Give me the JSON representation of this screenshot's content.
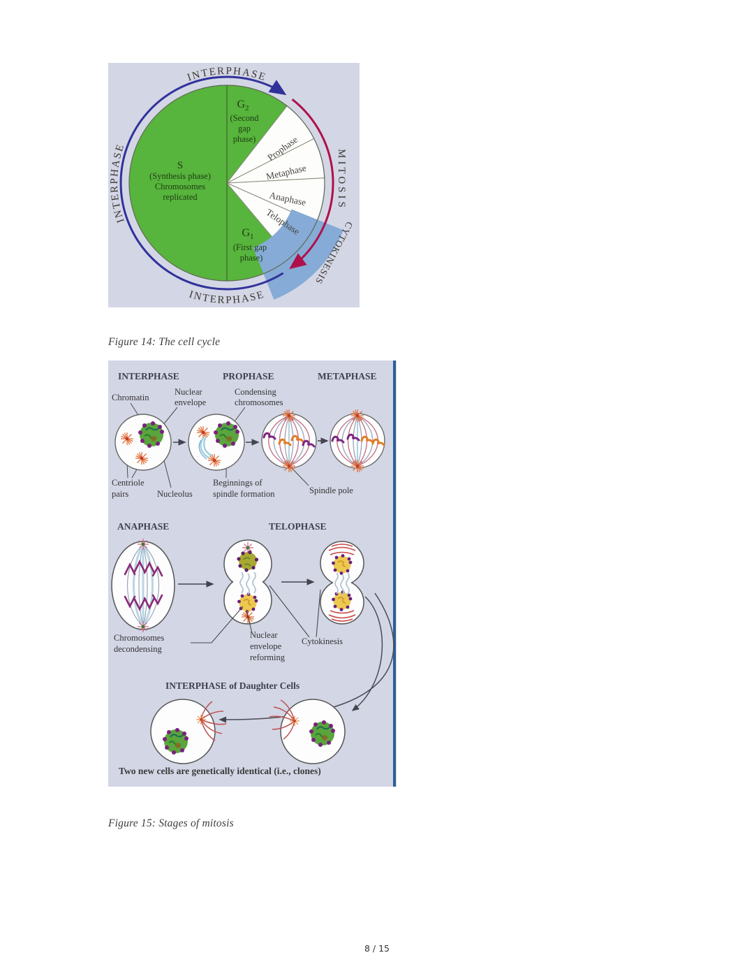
{
  "page": {
    "footer": "8 / 15"
  },
  "colors": {
    "figure_bg": "#d3d6e5",
    "cycle_green": "#57b43c",
    "interphase_ring_blue": "#31319b",
    "mitosis_arc_red": "#b0104a",
    "cytokinesis_wedge_blue": "#85abd6",
    "figure15_border_blue": "#2d5f96"
  },
  "figure14": {
    "caption": "Figure 14: The cell cycle",
    "interphase_top": "INTERPHASE",
    "interphase_left": "INTERPHASE",
    "interphase_bottom": "INTERPHASE",
    "mitosis_label": "MITOSIS",
    "cytokinesis_label": "CYTOKINESIS",
    "g2": {
      "sym": "G",
      "sub": "2",
      "line1": "(Second",
      "line2": "gap",
      "line3": "phase)"
    },
    "s": {
      "sym": "S",
      "line1": "(Synthesis phase)",
      "line2": "Chromosomes",
      "line3": "replicated"
    },
    "g1": {
      "sym": "G",
      "sub": "1",
      "line1": "(First gap",
      "line2": "phase)"
    },
    "wedges": {
      "prophase": "Prophase",
      "metaphase": "Metaphase",
      "anaphase": "Anaphase",
      "telophase": "Telophase"
    }
  },
  "figure15": {
    "caption": "Figure 15: Stages of mitosis",
    "row1": {
      "headings": {
        "interphase": "INTERPHASE",
        "prophase": "PROPHASE",
        "metaphase": "METAPHASE"
      },
      "labels": {
        "chromatin": "Chromatin",
        "nuclear1": "Nuclear",
        "nuclear2": "envelope",
        "condensing1": "Condensing",
        "condensing2": "chromosomes",
        "centriole1": "Centriole",
        "centriole2": "pairs",
        "nucleolus": "Nucleolus",
        "beginnings1": "Beginnings of",
        "beginnings2": "spindle formation",
        "spindle_pole": "Spindle pole"
      }
    },
    "row2": {
      "headings": {
        "anaphase": "ANAPHASE",
        "telophase": "TELOPHASE"
      },
      "labels": {
        "chrom1": "Chromosomes",
        "chrom2": "decondensing",
        "nucenv1": "Nuclear",
        "nucenv2": "envelope",
        "nucenv3": "reforming",
        "cytokinesis": "Cytokinesis"
      }
    },
    "row3": {
      "heading": "INTERPHASE of Daughter Cells",
      "note": "Two new cells are genetically identical (i.e., clones)"
    }
  }
}
